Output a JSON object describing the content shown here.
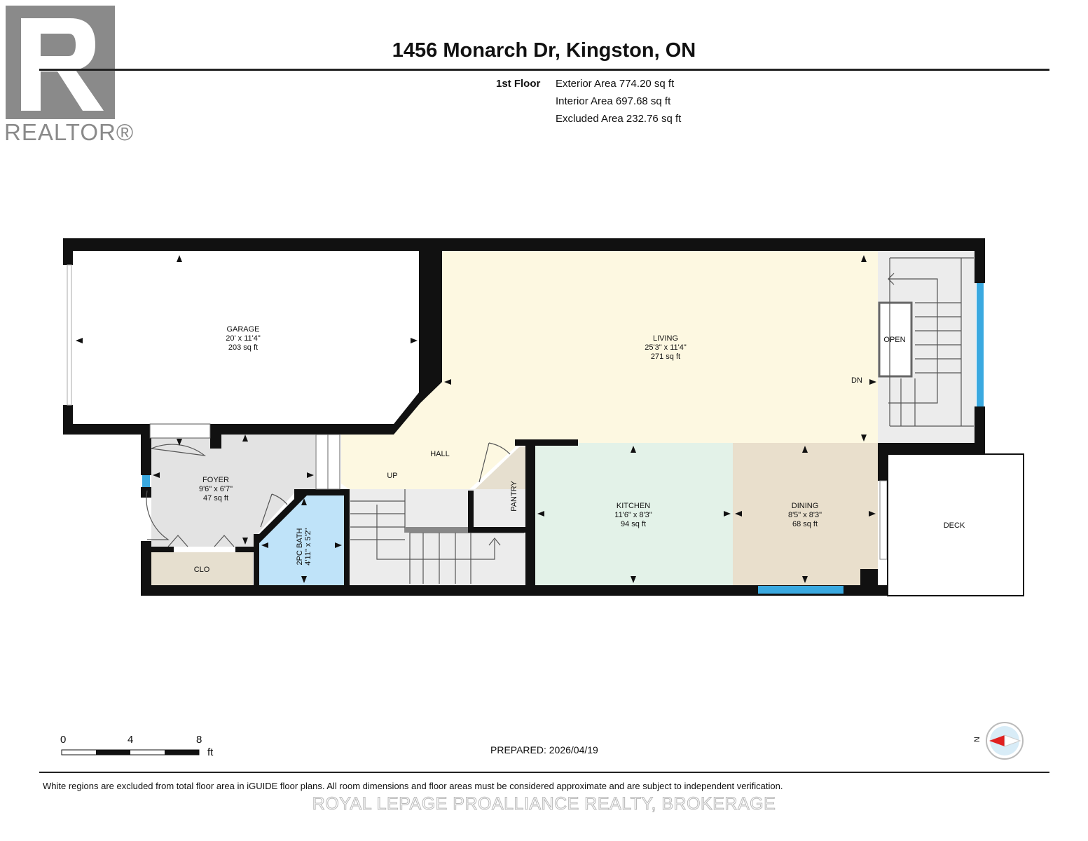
{
  "header": {
    "title": "1456 Monarch Dr, Kingston, ON",
    "floor_label": "1st Floor",
    "areas": [
      "Exterior Area 774.20 sq ft",
      "Interior Area 697.68 sq ft",
      "Excluded Area 232.76 sq ft"
    ]
  },
  "logo": {
    "text": "REALTOR®",
    "mark_letter": "R"
  },
  "rooms": {
    "garage": {
      "name": "GARAGE",
      "dims": "20' x 11'4\"",
      "area": "203 sq ft"
    },
    "living": {
      "name": "LIVING",
      "dims": "25'3\" x 11'4\"",
      "area": "271 sq ft"
    },
    "foyer": {
      "name": "FOYER",
      "dims": "9'6\" x 6'7\"",
      "area": "47 sq ft"
    },
    "hall": {
      "name": "HALL"
    },
    "kitchen": {
      "name": "KITCHEN",
      "dims": "11'6\" x 8'3\"",
      "area": "94 sq ft"
    },
    "dining": {
      "name": "DINING",
      "dims": "8'5\" x 8'3\"",
      "area": "68 sq ft"
    },
    "bath": {
      "name": "2PC BATH",
      "dims": "4'11\" x 5'2\""
    },
    "pantry": {
      "name": "PANTRY"
    },
    "closet": {
      "name": "CLO"
    },
    "deck": {
      "name": "DECK"
    },
    "open": {
      "name": "OPEN"
    },
    "stairs_up": {
      "name": "UP"
    },
    "stairs_down": {
      "name": "DN"
    }
  },
  "room_colors": {
    "living": "#fdf8e1",
    "garage": "#ffffff",
    "foyer": "#e3e3e3",
    "kitchen": "#e3f2e8",
    "dining": "#e9dfcc",
    "bath": "#bfe3f9",
    "pantry": "#e6dfcf",
    "closet": "#e6dfcf",
    "walls": "#111111",
    "window": "#3aa9e0"
  },
  "scale": {
    "ticks": [
      "0",
      "4",
      "8"
    ],
    "unit": "ft"
  },
  "compass": {
    "label": "N"
  },
  "footer": {
    "prepared": "PREPARED: 2026/04/19",
    "disclaimer": "White regions are excluded from total floor area in iGUIDE floor plans. All room dimensions and floor areas must be considered approximate and are subject to independent verification.",
    "brokerage": "ROYAL LEPAGE PROALLIANCE REALTY, BROKERAGE"
  }
}
